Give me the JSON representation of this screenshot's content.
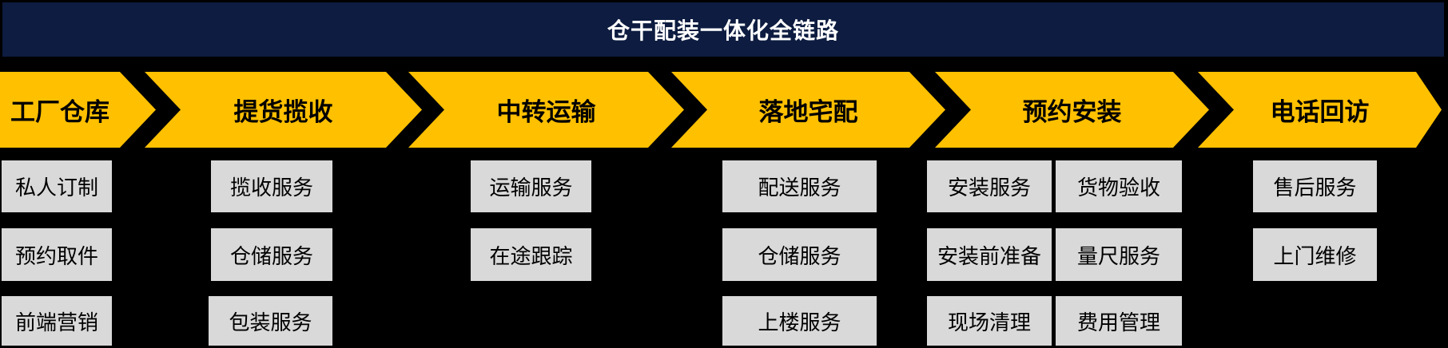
{
  "header": {
    "title": "仓干配装一体化全链路"
  },
  "colors": {
    "background": "#000000",
    "header_bg": "#0d1c40",
    "header_text": "#ffffff",
    "arrow_fill": "#ffc000",
    "arrow_text": "#000000",
    "box_fill": "#d9d9d9",
    "box_text": "#000000"
  },
  "stages": [
    {
      "label": "工厂仓库",
      "services": [
        "私人订制",
        "预约取件",
        "前端营销"
      ]
    },
    {
      "label": "提货揽收",
      "services": [
        "揽收服务",
        "仓储服务",
        "包装服务"
      ]
    },
    {
      "label": "中转运输",
      "services": [
        "运输服务",
        "在途跟踪"
      ]
    },
    {
      "label": "落地宅配",
      "services": [
        "配送服务",
        "仓储服务",
        "上楼服务"
      ]
    },
    {
      "label": "预约安装",
      "col_a": [
        "安装服务",
        "安装前准备",
        "现场清理"
      ],
      "col_b": [
        "货物验收",
        "量尺服务",
        "费用管理"
      ]
    },
    {
      "label": "电话回访",
      "services": [
        "售后服务",
        "上门维修"
      ]
    }
  ]
}
